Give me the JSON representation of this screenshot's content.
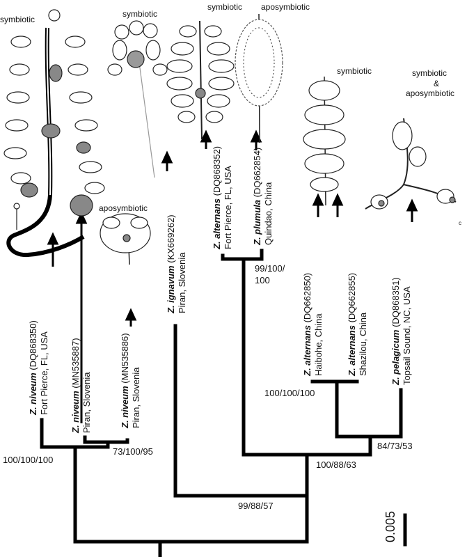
{
  "status_labels": {
    "s1": "symbiotic",
    "s2": "symbiotic",
    "s3": "symbiotic",
    "s4": "aposymbiotic",
    "s5": "symbiotic",
    "s6_line1": "symbiotic",
    "s6_line2": "&",
    "s6_line3": "aposymbiotic",
    "s7": "aposymbiotic"
  },
  "taxa": [
    {
      "species": "Z. niveum",
      "accession": "(DQ868350)",
      "locality": "Fort Pierce, FL, USA"
    },
    {
      "species": "Z. niveum",
      "accession": "(MN535887)",
      "locality": "Piran, Slovenia"
    },
    {
      "species": "Z. niveum",
      "accession": "(MN535886)",
      "locality": "Piran, Slovenia"
    },
    {
      "species": "Z. ignavum",
      "accession": "(KX669262)",
      "locality": "Piran, Slovenia"
    },
    {
      "species": "Z. alternans",
      "accession": "(DQ868352)",
      "locality": "Fort Pierce, FL, USA"
    },
    {
      "species": "Z. plumula",
      "accession": "(DQ662854)",
      "locality": "Quindao, China"
    },
    {
      "species": "Z. alternans",
      "accession": "(DQ662850)",
      "locality": "Haibohe, China"
    },
    {
      "species": "Z. alternans",
      "accession": "(DQ662855)",
      "locality": "Shazilou, China"
    },
    {
      "species": "Z. pelagicum",
      "accession": "(DQ868351)",
      "locality": "Topsail Sound, NC, USA"
    }
  ],
  "supports": {
    "niveum": "100/100/100",
    "niveum_sub": "73/100/95",
    "plumula": "99/100/",
    "plumula_2": "100",
    "china": "100/100/100",
    "pelagicum": "84/73/53",
    "alternans_group": "100/88/63",
    "ignavum": "99/88/57"
  },
  "scale_bar": "0.005",
  "panel_letter": "c"
}
